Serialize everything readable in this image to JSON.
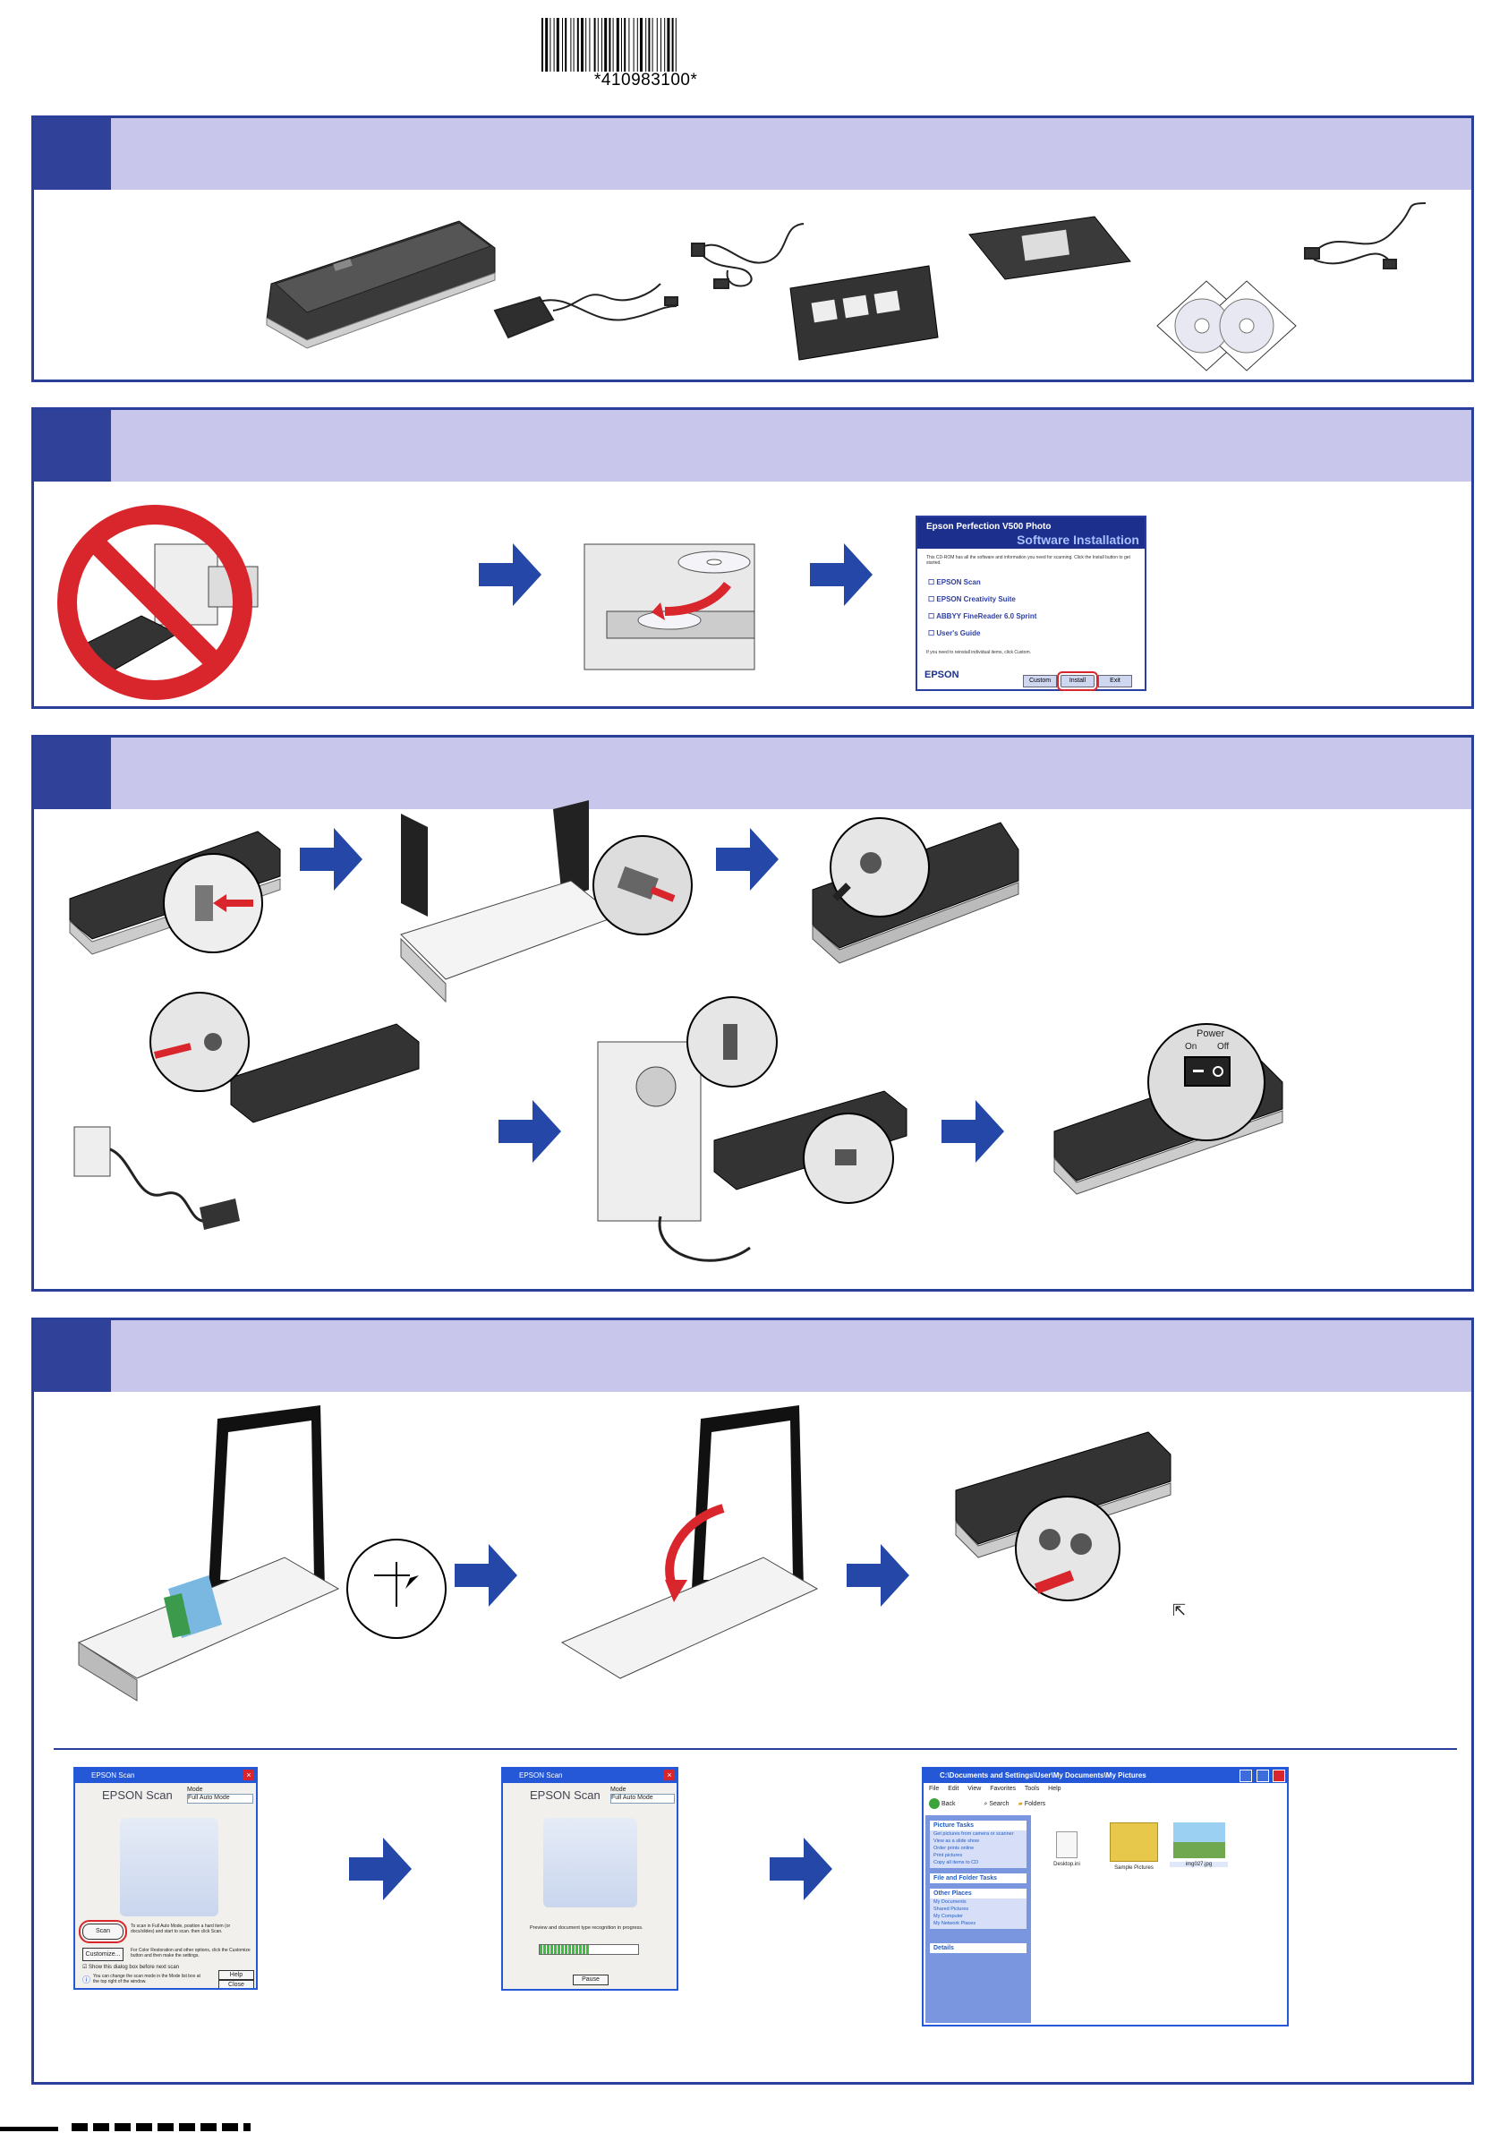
{
  "barcode": {
    "text": "*410983100*"
  },
  "colors": {
    "frame": "#2a3f9a",
    "header": "#c8c6ea",
    "tab": "#2f4199",
    "arrow": "#2447a8",
    "alert": "#d9262c"
  },
  "installer": {
    "title": "Epson Perfection V500 Photo",
    "subtitle": "Software Installation",
    "intro": "This CD-ROM has all the software and information you need for scanning. Click the Install button to get started.",
    "items": [
      "EPSON Scan",
      "EPSON Creativity Suite",
      "ABBYY FineReader 6.0 Sprint",
      "User's Guide"
    ],
    "note": "If you need to reinstall individual items, click Custom.",
    "logo": "EPSON",
    "buttons": {
      "custom": "Custom",
      "install": "Install",
      "exit": "Exit"
    }
  },
  "power_panel": {
    "label": "Power",
    "on": "On",
    "off": "Off"
  },
  "scan_dialog": {
    "title": "EPSON Scan",
    "app_name": "EPSON Scan",
    "mode_label": "Mode",
    "mode_value": "Full Auto Mode",
    "scan_button": "Scan",
    "scan_text": "To scan in Full Auto Mode, position a hard item (or docs/slides) and start to scan. then click Scan.",
    "customize_button": "Customize...",
    "customize_text": "For Color Restoration and other options, click the Customize button and then make the settings.",
    "checkbox": "Show this dialog box before next scan",
    "info": "You can change the scan mode in the Mode list box at the top right of the window.",
    "help_button": "Help",
    "close_button": "Close"
  },
  "progress_dialog": {
    "title": "EPSON Scan",
    "app_name": "EPSON Scan",
    "mode_label": "Mode",
    "mode_value": "Full Auto Mode",
    "status": "Preview and document type recognition in progress.",
    "progress": 0.5,
    "pause_button": "Pause"
  },
  "explorer": {
    "title": "C:\\Documents and Settings\\User\\My Documents\\My Pictures",
    "menu": [
      "File",
      "Edit",
      "View",
      "Favorites",
      "Tools",
      "Help"
    ],
    "toolbar": {
      "back": "Back",
      "search": "Search",
      "folders": "Folders"
    },
    "picture_tasks": {
      "header": "Picture Tasks",
      "items": [
        "Get pictures from camera or scanner",
        "View as a slide show",
        "Order prints online",
        "Print pictures",
        "Copy all items to CD"
      ]
    },
    "file_tasks": {
      "header": "File and Folder Tasks"
    },
    "other_places": {
      "header": "Other Places",
      "items": [
        "My Documents",
        "Shared Pictures",
        "My Computer",
        "My Network Places"
      ]
    },
    "details": {
      "header": "Details"
    },
    "files": [
      "Desktop.ini",
      "Sample Pictures",
      "img027.jpg"
    ]
  },
  "button_icon": "start-icon"
}
